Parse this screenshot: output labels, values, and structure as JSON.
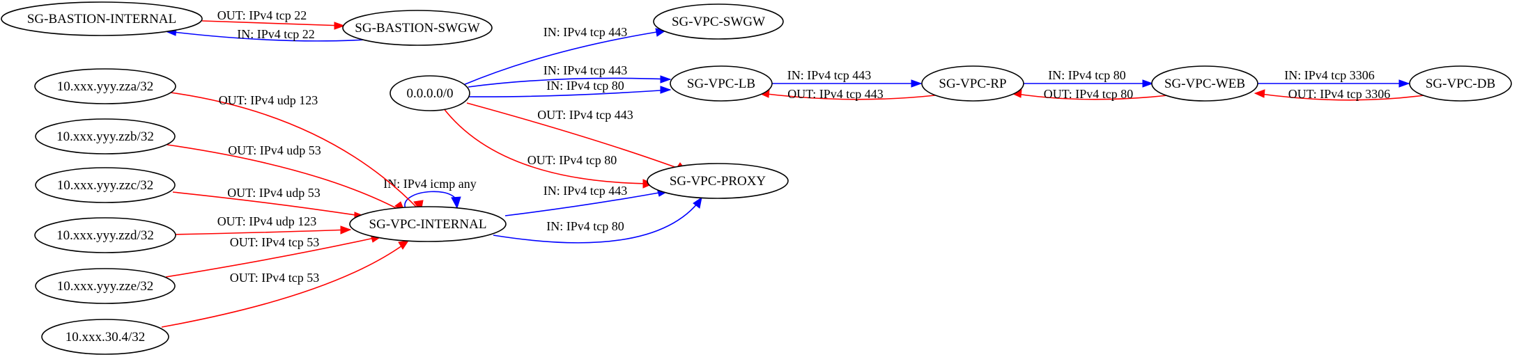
{
  "colors": {
    "out": "#ff0000",
    "in": "#0000ff"
  },
  "nodes": {
    "bastion_internal": "SG-BASTION-INTERNAL",
    "bastion_swgw": "SG-BASTION-SWGW",
    "vpc_swgw": "SG-VPC-SWGW",
    "any": "0.0.0.0/0",
    "vpc_lb": "SG-VPC-LB",
    "vpc_rp": "SG-VPC-RP",
    "vpc_web": "SG-VPC-WEB",
    "vpc_db": "SG-VPC-DB",
    "vpc_proxy": "SG-VPC-PROXY",
    "vpc_internal": "SG-VPC-INTERNAL",
    "zza": "10.xxx.yyy.zza/32",
    "zzb": "10.xxx.yyy.zzb/32",
    "zzc": "10.xxx.yyy.zzc/32",
    "zzd": "10.xxx.yyy.zzd/32",
    "zze": "10.xxx.yyy.zze/32",
    "host30": "10.xxx.30.4/32"
  },
  "edges": {
    "bastion_out_tcp22": "OUT: IPv4 tcp 22",
    "bastion_in_tcp22": "IN: IPv4 tcp 22",
    "any_swgw_in_443": "IN: IPv4 tcp 443",
    "any_lb_in_443": "IN: IPv4 tcp 443",
    "any_lb_in_80": "IN: IPv4 tcp 80",
    "lb_rp_in_443": "IN: IPv4 tcp 443",
    "rp_lb_out_443": "OUT: IPv4 tcp 443",
    "rp_web_in_80": "IN: IPv4 tcp 80",
    "web_rp_out_80": "OUT: IPv4 tcp 80",
    "web_db_in_3306": "IN: IPv4 tcp 3306",
    "db_web_out_3306": "OUT: IPv4 tcp 3306",
    "zza_out_udp123": "OUT: IPv4 udp 123",
    "zzb_out_udp53": "OUT: IPv4 udp 53",
    "zzc_out_udp53": "OUT: IPv4 udp 53",
    "zzd_out_udp123": "OUT: IPv4 udp 123",
    "zze_out_tcp53": "OUT: IPv4 tcp 53",
    "host30_out_tcp53": "OUT: IPv4 tcp 53",
    "any_proxy_out_443": "OUT: IPv4 tcp 443",
    "any_proxy_out_80": "OUT: IPv4 tcp 80",
    "internal_self_icmp": "IN: IPv4 icmp any",
    "internal_proxy_in_443": "IN: IPv4 tcp 443",
    "internal_proxy_in_80": "IN: IPv4 tcp 80"
  }
}
